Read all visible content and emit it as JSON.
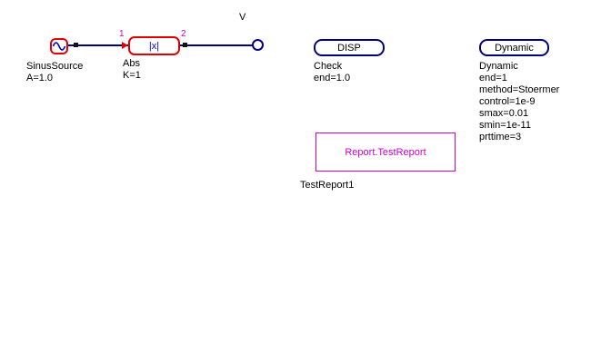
{
  "blocks": {
    "sinus_source": {
      "name": "SinusSource",
      "param": "A=1.0"
    },
    "abs": {
      "symbol": "|x|",
      "name": "Abs",
      "param": "K=1",
      "input_port": "1",
      "output_port": "2"
    },
    "scope": {
      "name": "V"
    },
    "disp": {
      "title": "DISP",
      "name": "Check",
      "param": "end=1.0"
    },
    "dynamic": {
      "title": "Dynamic",
      "name": "Dynamic",
      "params": [
        "end=1",
        "method=Stoermer",
        "control=1e-9",
        "smax=0.01",
        "smin=1e-11",
        "prttime=3"
      ]
    },
    "report": {
      "title": "Report.TestReport",
      "name": "TestReport1"
    }
  },
  "colors": {
    "source_border": "#e00000",
    "abs_border": "#e00000",
    "abs_text": "#0000cc",
    "wire": "#000082",
    "node_border": "#000082",
    "port_text": "#cc00cc",
    "report_accent": "#cc00cc",
    "label_text": "#000000",
    "background": "#ffffff"
  }
}
